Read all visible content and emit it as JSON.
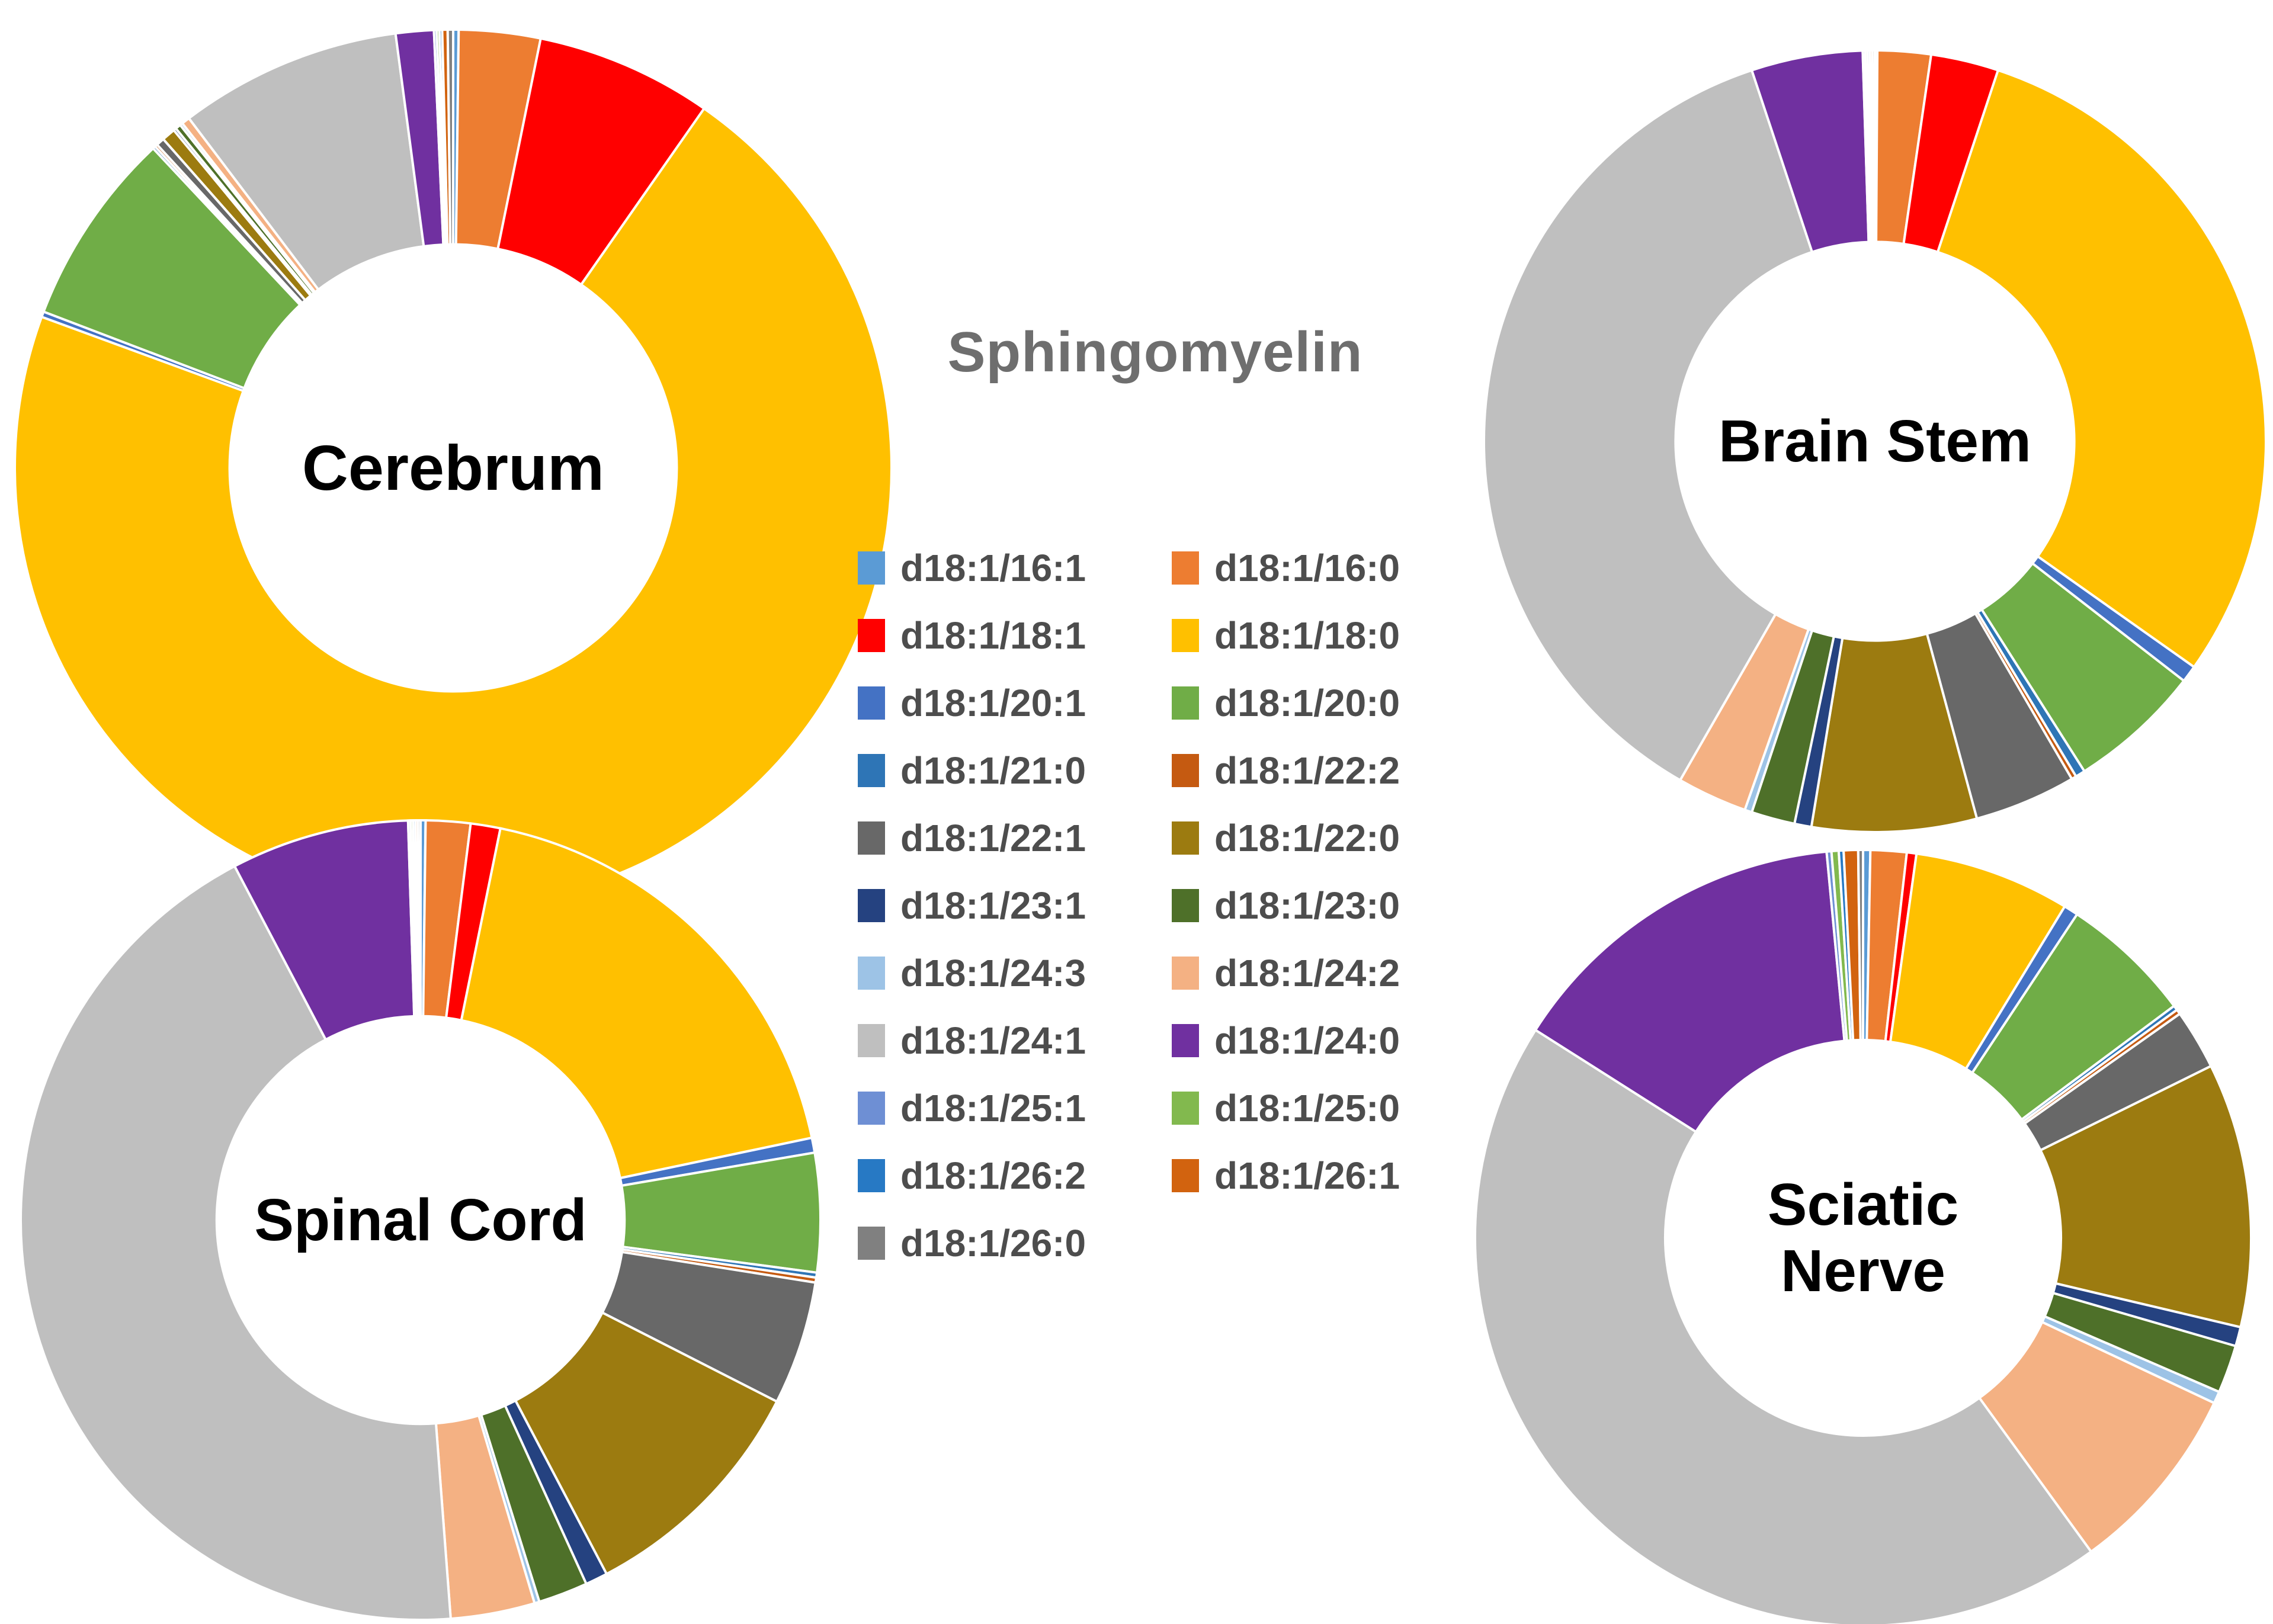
{
  "figure": {
    "background": "#FFFFFF"
  },
  "legend": {
    "title": "Sphingomyelin",
    "title_color": "#6E6E6E",
    "text_color": "#4D4D4D"
  },
  "chart_data": {
    "type": "pie",
    "subtype": "donut",
    "title": "Sphingomyelin",
    "legend_position": "center",
    "start_angle_deg": 0,
    "direction": "clockwise",
    "hole_ratio": 0.51,
    "slice_gap_color": "#FFFFFF",
    "species": [
      "d18:1/16:1",
      "d18:1/16:0",
      "d18:1/18:1",
      "d18:1/18:0",
      "d18:1/20:1",
      "d18:1/20:0",
      "d18:1/21:0",
      "d18:1/22:2",
      "d18:1/22:1",
      "d18:1/22:0",
      "d18:1/23:1",
      "d18:1/23:0",
      "d18:1/24:3",
      "d18:1/24:2",
      "d18:1/24:1",
      "d18:1/24:0",
      "d18:1/25:1",
      "d18:1/25:0",
      "d18:1/26:2",
      "d18:1/26:1",
      "d18:1/26:0"
    ],
    "colors": [
      "#5B9BD5",
      "#ED7D31",
      "#FF0000",
      "#FFC000",
      "#4472C4",
      "#70AD47",
      "#2E75B6",
      "#C55A11",
      "#686868",
      "#9C7B10",
      "#254280",
      "#4E7029",
      "#9DC3E6",
      "#F4B183",
      "#BFBFBF",
      "#7030A0",
      "#6E8FD4",
      "#82B94E",
      "#2779C4",
      "#D2630F",
      "#808080"
    ],
    "value_unit": "percent",
    "charts": [
      {
        "label": "Cerebrum",
        "values": [
          0.2,
          3.0,
          6.5,
          70.9,
          0.2,
          7.2,
          0.1,
          0.1,
          0.3,
          0.5,
          0.1,
          0.2,
          0.1,
          0.3,
          8.2,
          1.4,
          0.1,
          0.1,
          0.1,
          0.2,
          0.2
        ]
      },
      {
        "label": "Brain Stem",
        "values": [
          0.1,
          2.2,
          2.8,
          29.7,
          0.7,
          5.5,
          0.4,
          0.2,
          4.2,
          6.8,
          0.7,
          1.8,
          0.3,
          2.9,
          36.6,
          4.6,
          0.1,
          0.1,
          0.1,
          0.1,
          0.1
        ]
      },
      {
        "label": "Spinal Cord",
        "values": [
          0.2,
          1.8,
          1.2,
          18.5,
          0.6,
          4.8,
          0.2,
          0.2,
          5.0,
          9.8,
          0.9,
          2.0,
          0.2,
          3.4,
          43.5,
          7.2,
          0.1,
          0.1,
          0.1,
          0.1,
          0.1
        ]
      },
      {
        "label": "Sciatic Nerve",
        "values": [
          0.3,
          1.5,
          0.4,
          6.5,
          0.6,
          5.5,
          0.2,
          0.2,
          2.5,
          11.0,
          0.8,
          2.0,
          0.5,
          8.0,
          44.0,
          14.5,
          0.2,
          0.3,
          0.2,
          0.6,
          0.2
        ]
      }
    ]
  }
}
